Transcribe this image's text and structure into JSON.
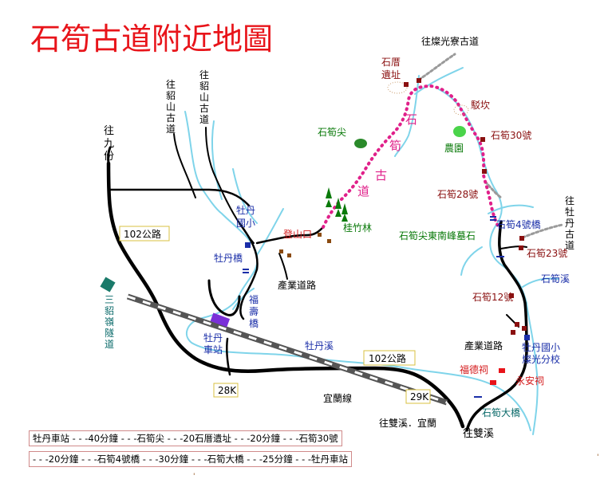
{
  "title": "石筍古道附近地圖",
  "labels": {
    "to_canguang_top": "往燦光寮古道",
    "shicuo_ruins": "石厝\n遺址",
    "bokan": "駁坎",
    "shisun_jian": "石筍尖",
    "shisun30": "石筍30號",
    "nongyuan": "農園",
    "shisun28": "石筍28號",
    "to_mudan_trail": "往牡丹古道",
    "shisun4_bridge": "石筍4號橋",
    "se_peak_tomb": "石筍尖東南峰墓石",
    "shisun23": "石筍23號",
    "shisun_creek": "石筍溪",
    "shisun12": "石筍12號",
    "industry_road_right": "產業道路",
    "mudan_school_branch": "牡丹國小\n燦光分校",
    "fude_temple": "福德祠",
    "yongan_temple": "永安祠",
    "shisun_big_bridge": "石筍大橋",
    "to_shuangxi_bottom": "往雙溪",
    "to_shuangxi_yilan": "往雙溪．宜蘭",
    "km29": "29K",
    "yilan_line": "宜蘭線",
    "road102_right": "102公路",
    "mudan_creek": "牡丹溪",
    "km28": "28K",
    "mudan_station": "牡丹\n車站",
    "fushou_bridge": "福壽橋",
    "industry_road_left": "產業道路",
    "mudan_bridge": "牡丹橋",
    "mudan_school": "牡丹\n國小",
    "trailhead": "登山口",
    "guizhulin": "桂竹林",
    "sandiao_tunnel": "三貂嶺隧道",
    "road102_left": "102公路",
    "to_jiufen": "往九份",
    "to_diaoshan_1": "往貂山古道",
    "to_diaoshan_2": "往貂山古道",
    "trail_chars": [
      "石",
      "筍",
      "古",
      "道"
    ]
  },
  "legend": {
    "line1": "牡丹車站 - - -40分鐘 - - -石筍尖 - - -20石厝遺址 - - -20分鐘 - - -石筍30號",
    "line2": "- - -20分鐘 - - -石筍4號橋 - - -30分鐘 - - -石筍大橋 - - -25分鐘 - - -牡丹車站"
  },
  "colors": {
    "title": "#e8141a",
    "river": "#7fd4ea",
    "road": "#000000",
    "trail": "#e0208a",
    "label_blue": "#1a2ea8",
    "label_darkred": "#8a1010",
    "label_green": "#0a7a0a"
  }
}
